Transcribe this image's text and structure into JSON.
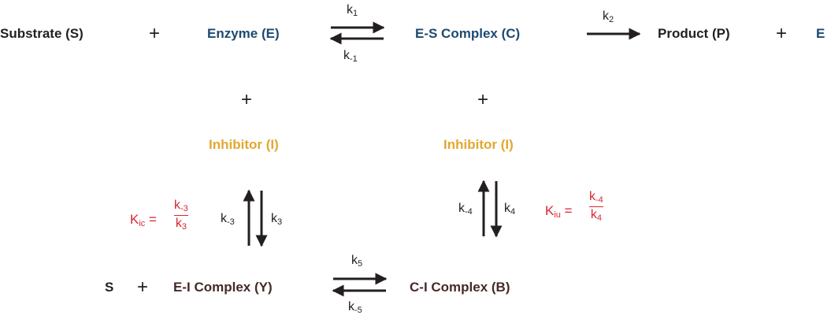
{
  "top_row": {
    "substrate": "Substrate (S)",
    "plus1": "+",
    "enzyme": "Enzyme (E)",
    "k1": {
      "base": "k",
      "sub": "1"
    },
    "k_minus1": {
      "base": "k",
      "sub": "-1"
    },
    "es_complex": "E-S Complex (C)",
    "k2": {
      "base": "k",
      "sub": "2"
    },
    "product": "Product (P)",
    "plus2": "+",
    "enzyme_short": "E"
  },
  "middle": {
    "plus_left": "+",
    "plus_right": "+",
    "inhibitor_left": "Inhibitor (I)",
    "inhibitor_right": "Inhibitor (I)",
    "k_minus3": {
      "base": "k",
      "sub": "-3"
    },
    "k3": {
      "base": "k",
      "sub": "3"
    },
    "k_minus4": {
      "base": "k",
      "sub": "-4"
    },
    "k4": {
      "base": "k",
      "sub": "4"
    },
    "kic": {
      "base": "K",
      "sub": "ic",
      "eq": "=",
      "num_base": "k",
      "num_sub": "-3",
      "den_base": "k",
      "den_sub": "3"
    },
    "kiu": {
      "base": "K",
      "sub": "iu",
      "eq": "=",
      "num_base": "k",
      "num_sub": "-4",
      "den_base": "k",
      "den_sub": "4"
    }
  },
  "bottom_row": {
    "s": "S",
    "plus": "+",
    "ei_complex": "E-I Complex (Y)",
    "k5": {
      "base": "k",
      "sub": "5"
    },
    "k_minus5": {
      "base": "k",
      "sub": "-5"
    },
    "ci_complex": "C-I Complex (B)"
  },
  "colors": {
    "enzyme": "#1d4a72",
    "inhibitor": "#e3a72f",
    "constant": "#d8262f",
    "complex": "#452a28",
    "text": "#231f20"
  }
}
